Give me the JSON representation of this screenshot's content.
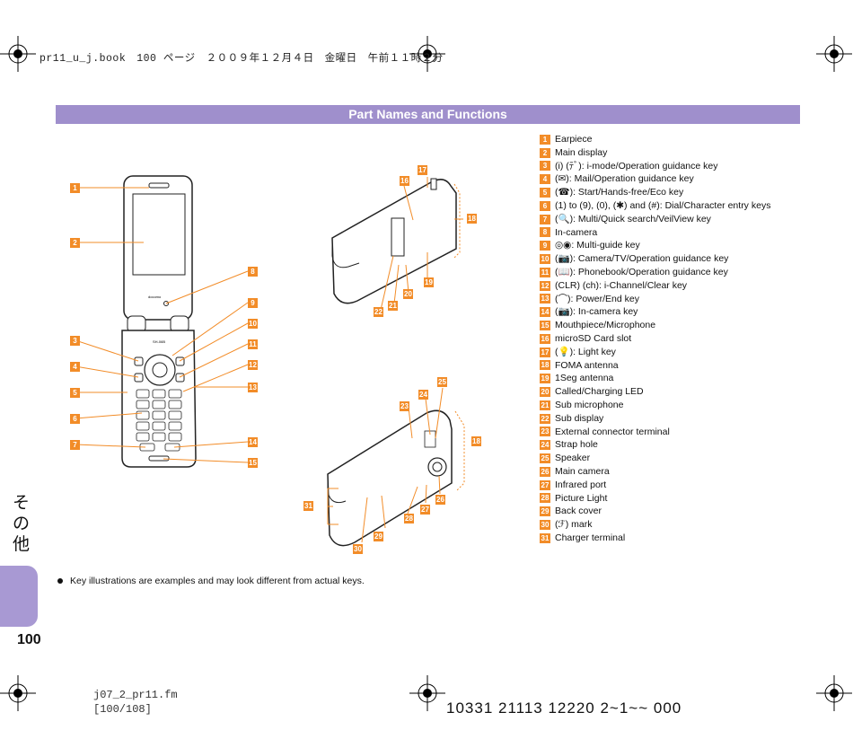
{
  "header": {
    "print_info": "pr11_u_j.book　100 ページ　２００９年１２月４日　金曜日　午前１１時２分"
  },
  "section_title": "Part Names and Functions",
  "parts": [
    {
      "n": "1",
      "label": "Earpiece"
    },
    {
      "n": "2",
      "label": "Main display"
    },
    {
      "n": "3",
      "label": "(i) (ﾃﾞ): i-mode/Operation guidance key"
    },
    {
      "n": "4",
      "label": "(✉): Mail/Operation guidance key"
    },
    {
      "n": "5",
      "label": "(☎): Start/Hands-free/Eco key"
    },
    {
      "n": "6",
      "label": "(1) to (9), (0), (✱) and (#): Dial/Character entry keys"
    },
    {
      "n": "7",
      "label": "(🔍): Multi/Quick search/VeilView key"
    },
    {
      "n": "8",
      "label": "In-camera"
    },
    {
      "n": "9",
      "label": "◎◉: Multi-guide key"
    },
    {
      "n": "10",
      "label": "(📷): Camera/TV/Operation guidance key"
    },
    {
      "n": "11",
      "label": "(📖): Phonebook/Operation guidance key"
    },
    {
      "n": "12",
      "label": "(CLR) (ch): i-Channel/Clear key"
    },
    {
      "n": "13",
      "label": "(⌒): Power/End key"
    },
    {
      "n": "14",
      "label": "(📷): In-camera key"
    },
    {
      "n": "15",
      "label": "Mouthpiece/Microphone"
    },
    {
      "n": "16",
      "label": "microSD Card slot"
    },
    {
      "n": "17",
      "label": "(💡): Light key"
    },
    {
      "n": "18",
      "label": "FOMA antenna"
    },
    {
      "n": "19",
      "label": "1Seg antenna"
    },
    {
      "n": "20",
      "label": "Called/Charging LED"
    },
    {
      "n": "21",
      "label": "Sub microphone"
    },
    {
      "n": "22",
      "label": "Sub display"
    },
    {
      "n": "23",
      "label": "External connector terminal"
    },
    {
      "n": "24",
      "label": "Strap hole"
    },
    {
      "n": "25",
      "label": "Speaker"
    },
    {
      "n": "26",
      "label": "Main camera"
    },
    {
      "n": "27",
      "label": "Infrared port"
    },
    {
      "n": "28",
      "label": "Picture Light"
    },
    {
      "n": "29",
      "label": "Back cover"
    },
    {
      "n": "30",
      "label": "(ℱ) mark"
    },
    {
      "n": "31",
      "label": "Charger terminal"
    }
  ],
  "open_phone": {
    "brand": "docomo",
    "model": "SH-06B"
  },
  "side_tab": {
    "chars": [
      "そ",
      "の",
      "他"
    ]
  },
  "page_number": "100",
  "note": "Key illustrations are examples and may look different from actual keys.",
  "footer": {
    "file": "j07_2_pr11.fm",
    "pages": "[100/108]",
    "code": "10331 21113 12220 2~1~~ 000"
  },
  "colors": {
    "accent_orange": "#f28c28",
    "title_bar": "#9f8fcc",
    "side_tab": "#a899d3"
  }
}
